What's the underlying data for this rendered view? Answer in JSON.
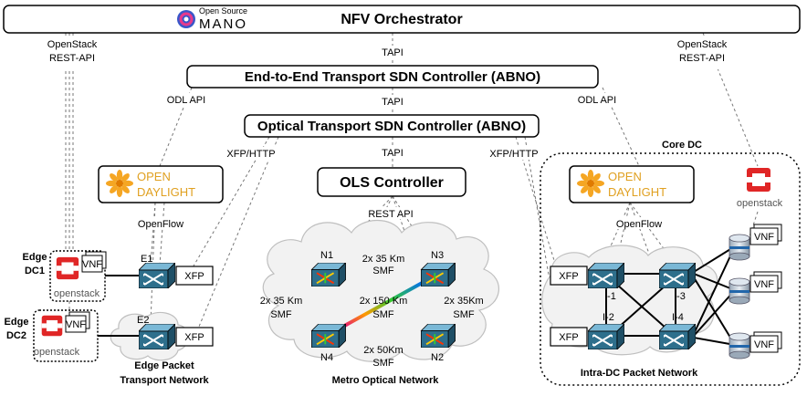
{
  "nfvo": {
    "title": "NFV Orchestrator",
    "logo_top": "Open Source",
    "logo_bottom": "MANO"
  },
  "e2e": {
    "title": "End-to-End Transport SDN Controller (ABNO)"
  },
  "optical": {
    "title": "Optical Transport SDN Controller (ABNO)"
  },
  "ols": {
    "title": "OLS Controller"
  },
  "labels": {
    "openstack_api_left": [
      "OpenStack",
      "REST-API"
    ],
    "openstack_api_right": [
      "OpenStack",
      "REST-API"
    ],
    "tapi_1": "TAPI",
    "tapi_2": "TAPI",
    "tapi_3": "TAPI",
    "odl_api_left": "ODL API",
    "odl_api_right": "ODL API",
    "xfp_http_left": "XFP/HTTP",
    "xfp_http_right": "XFP/HTTP",
    "rest_api": "REST API",
    "openflow_left": "OpenFlow",
    "openflow_right": "OpenFlow",
    "core_dc": "Core DC"
  },
  "odl": {
    "open": "OPEN",
    "daylight": "DAYLIGHT"
  },
  "edge": {
    "dc1": [
      "Edge",
      "DC1"
    ],
    "dc2": [
      "Edge",
      "DC2"
    ],
    "vnf": "VNF",
    "openstack": "openstack",
    "e1": "E1",
    "e2": "E2",
    "xfp": "XFP",
    "network": [
      "Edge Packet",
      "Transport Network"
    ]
  },
  "metro": {
    "n1": "N1",
    "n2": "N2",
    "n3": "N3",
    "n4": "N4",
    "link_top": [
      "2x 35 Km",
      "SMF"
    ],
    "link_left": [
      "2x 35 Km",
      "SMF"
    ],
    "link_diag": [
      "2x 150 Km",
      "SMF"
    ],
    "link_right": [
      "2x 35Km",
      "SMF"
    ],
    "link_bottom": [
      "2x 50Km",
      "SMF"
    ],
    "network": "Metro Optical Network"
  },
  "core": {
    "i1": "I-1",
    "i2": "I-2",
    "i3": "I-3",
    "i4": "I-4",
    "xfp": "XFP",
    "vnf": "VNF",
    "openstack": "openstack",
    "network": "Intra-DC Packet Network"
  }
}
